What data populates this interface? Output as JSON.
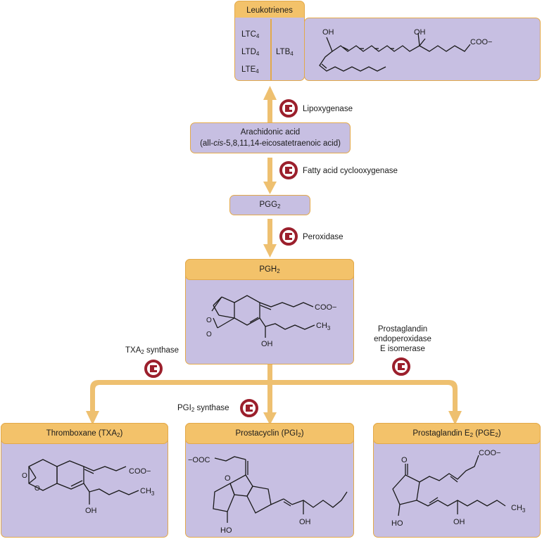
{
  "leukotrienes": {
    "title": "Leukotrienes",
    "ltc": "LTC",
    "ltd": "LTD",
    "lte": "LTE",
    "ltb": "LTB",
    "sub4": "4",
    "oh1": "OH",
    "oh2": "OH",
    "coo": "COO−"
  },
  "enzymes": {
    "lipoxygenase": "Lipoxygenase",
    "cyclooxygenase": "Fatty acid cyclooxygenase",
    "peroxidase": "Peroxidase",
    "txa2_synthase_a": "TXA",
    "txa2_synthase_sub": "2",
    "txa2_synthase_b": " synthase",
    "pgi2_synthase_a": "PGI",
    "pgi2_synthase_sub": "2",
    "pgi2_synthase_b": " synthase",
    "pge_isomerase_1": "Prostaglandin",
    "pge_isomerase_2": "endoperoxidase",
    "pge_isomerase_3": "E isomerase"
  },
  "arachidonic": {
    "line1": "Arachidonic acid",
    "line2_a": "(all-",
    "line2_italic": "cis",
    "line2_b": "-5,8,11,14-eicosatetraenoic acid)"
  },
  "pgg2": {
    "label": "PGG",
    "sub": "2"
  },
  "pgh2": {
    "label": "PGH",
    "sub": "2",
    "coo": "COO−",
    "ch3": "CH",
    "ch3_sub": "3",
    "oh": "OH",
    "o1": "O",
    "o2": "O"
  },
  "thromboxane": {
    "title_a": "Thromboxane (TXA",
    "title_sub": "2",
    "title_b": ")",
    "coo": "COO−",
    "ch3": "CH",
    "ch3_sub": "3",
    "oh": "OH",
    "o1": "O",
    "o2": "O"
  },
  "prostacyclin": {
    "title_a": "Prostacyclin (PGI",
    "title_sub": "2",
    "title_b": ")",
    "ooc": "−OOC",
    "o": "O",
    "ho": "HO",
    "oh": "OH"
  },
  "pge2": {
    "title_a": "Prostaglandin E",
    "title_sub1": "2",
    "title_b": " (PGE",
    "title_sub2": "2",
    "title_c": ")",
    "coo": "COO−",
    "o": "O",
    "ch3": "CH",
    "ch3_sub": "3",
    "ho": "HO",
    "oh": "OH"
  },
  "colors": {
    "box_fill": "#c7bfe2",
    "header_fill": "#f3c26a",
    "border": "#e3a94a",
    "arrow": "#eec070",
    "enzyme_red": "#9b1f2c"
  }
}
